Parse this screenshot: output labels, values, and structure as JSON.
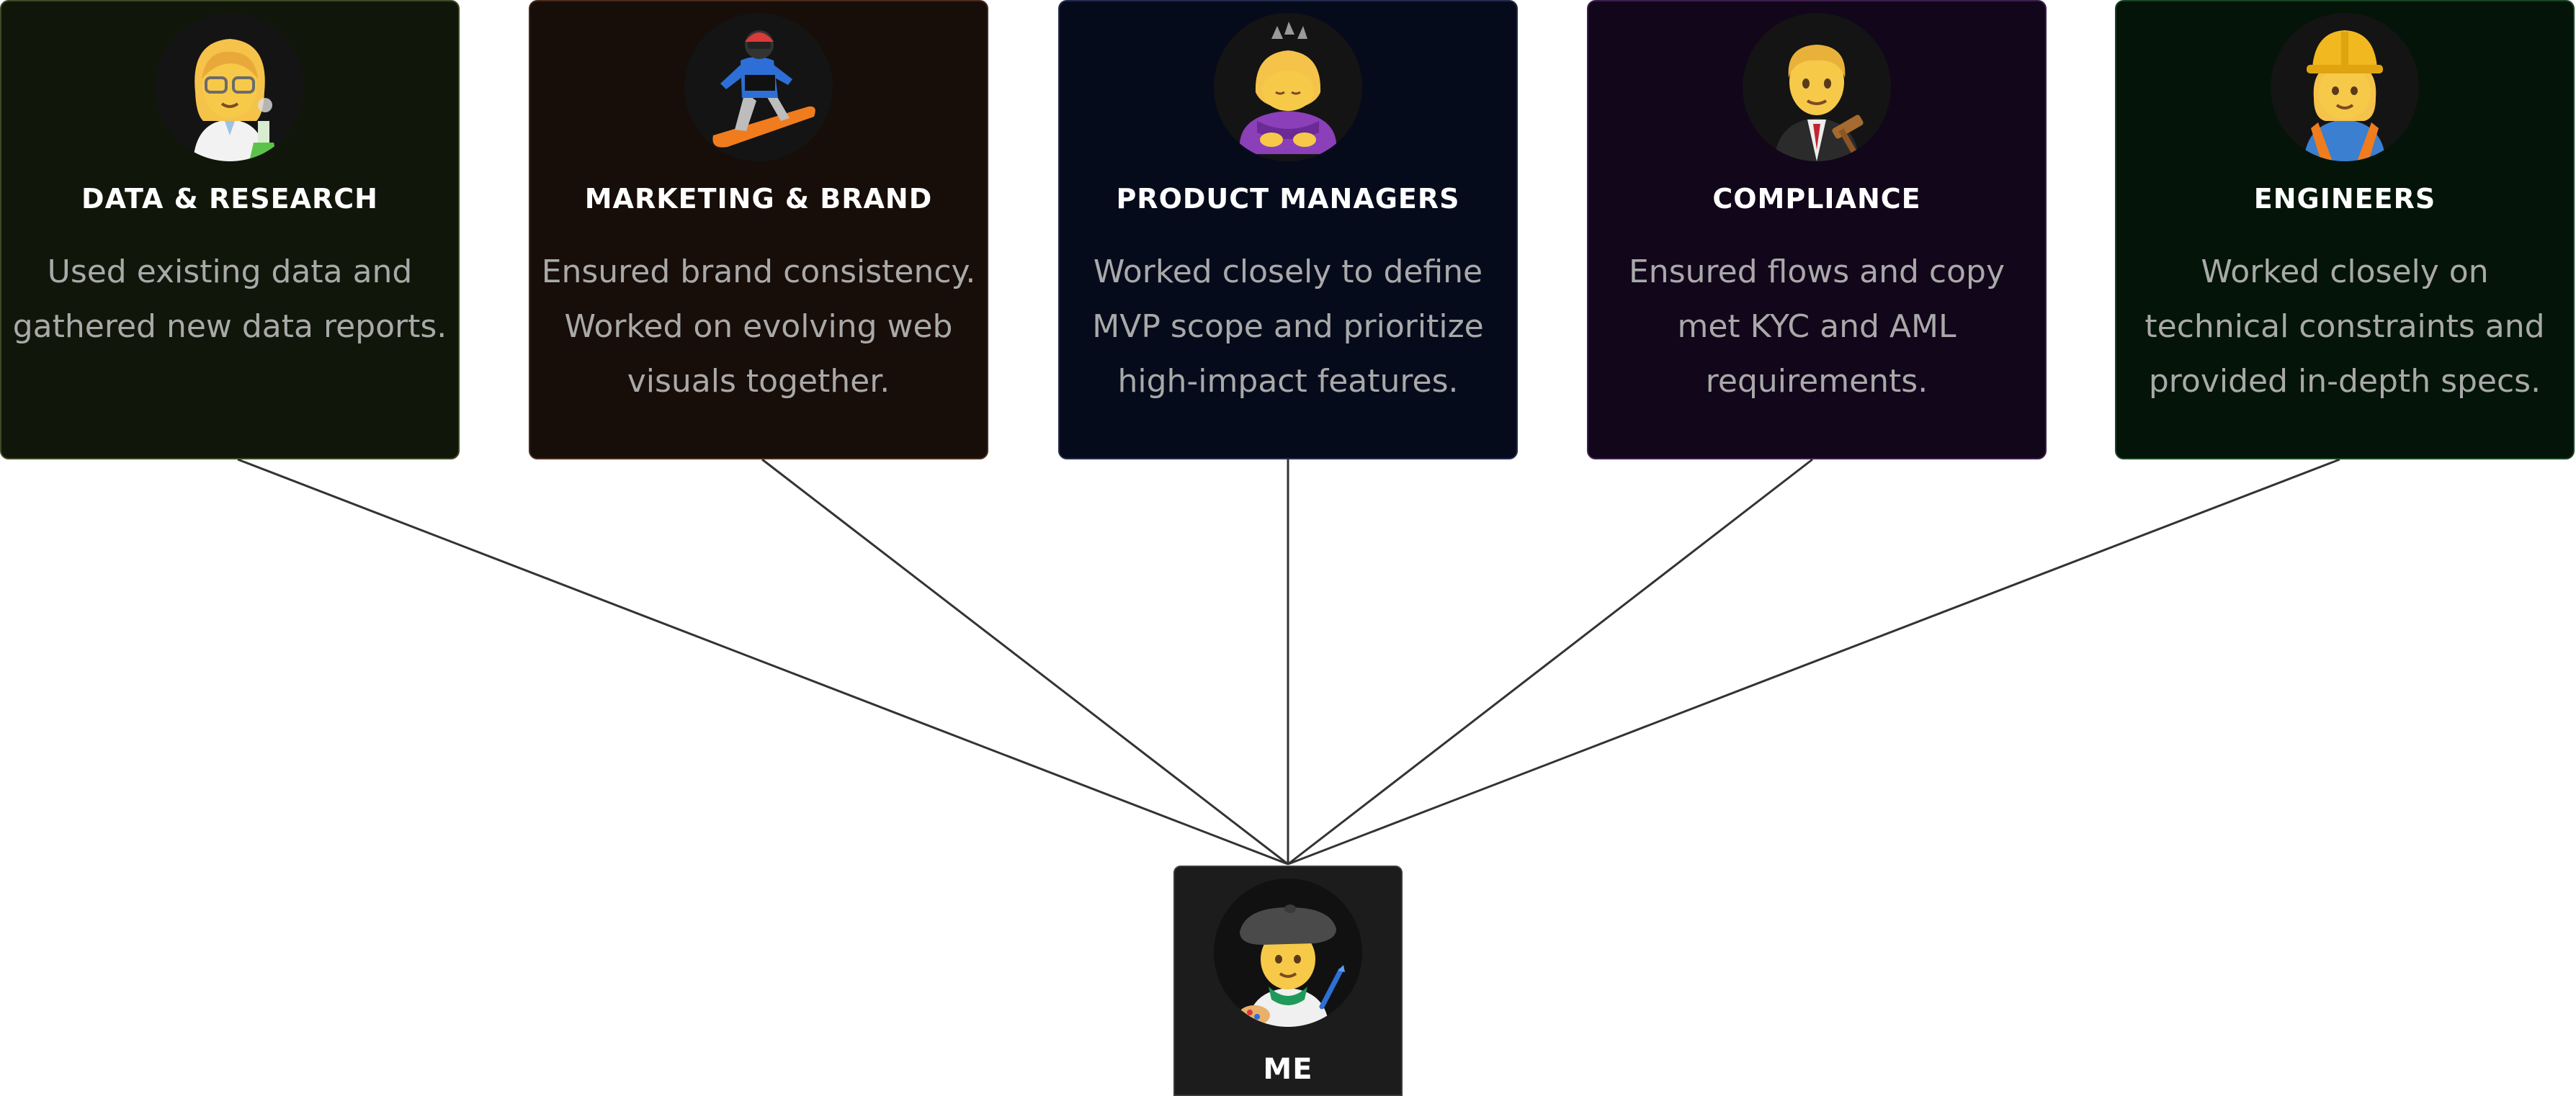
{
  "colors": {
    "page_background": "#ffffff",
    "connector_line": "#333333",
    "title_text": "#ffffff",
    "description_text": "#a9a9a9",
    "avatar_background": "#141414",
    "me_card_background": "#1c1c1c"
  },
  "team_cards": [
    {
      "title": "DATA & RESEARCH",
      "description": "Used existing data and gathered new data reports.",
      "icon": "scientist-woman-icon",
      "background": "#11160a",
      "border": "#3c4a24"
    },
    {
      "title": "MARKETING & BRAND",
      "description": "Ensured brand consistency. Worked on evolving web visuals together.",
      "icon": "snowboarder-icon",
      "background": "#170d09",
      "border": "#4a2a1c"
    },
    {
      "title": "PRODUCT MANAGERS",
      "description": "Worked closely to define MVP scope and prioritize high-impact features.",
      "icon": "bowing-woman-icon",
      "background": "#060b1c",
      "border": "#222b4c"
    },
    {
      "title": "COMPLIANCE",
      "description": "Ensured flows and copy met KYC and AML requirements.",
      "icon": "judge-man-icon",
      "background": "#12061a",
      "border": "#3c1e4c"
    },
    {
      "title": "ENGINEERS",
      "description": "Worked closely on technical constraints and provided in-depth specs.",
      "icon": "construction-worker-woman-icon",
      "background": "#041408",
      "border": "#174424"
    }
  ],
  "me": {
    "label": "ME",
    "icon": "artist-icon"
  }
}
